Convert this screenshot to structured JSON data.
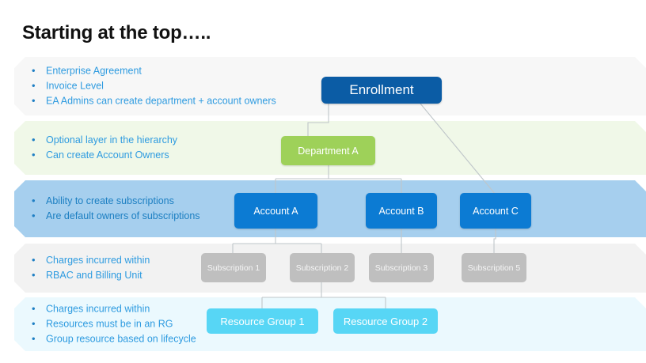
{
  "slide": {
    "title": "Starting at the top…..",
    "colors": {
      "title_text": "#111111",
      "bullet_text": "#2E9BE0",
      "enrollment_box": "#0B5CA5",
      "department_box": "#9ED159",
      "account_box": "#0C7BD3",
      "subscription_box": "#BFBFBF",
      "resource_group_box": "#57D6F5",
      "band_enrollment": "#F7F7F7",
      "band_department": "#F0F8E8",
      "band_account": "#A6CFEE",
      "band_subscription": "#F2F2F2",
      "band_resource": "#EBF9FE",
      "connector_line": "#BFC6C9"
    }
  },
  "bands": [
    {
      "id": "enrollment",
      "bullets": [
        "Enterprise Agreement",
        "Invoice Level",
        "EA Admins can create department + account owners"
      ]
    },
    {
      "id": "department",
      "bullets": [
        "Optional layer in the hierarchy",
        "Can create Account Owners"
      ]
    },
    {
      "id": "account",
      "bullets": [
        "Ability to create subscriptions",
        "Are default owners of subscriptions"
      ]
    },
    {
      "id": "subscription",
      "bullets": [
        "Charges incurred within",
        "RBAC and Billing Unit"
      ]
    },
    {
      "id": "resource",
      "bullets": [
        "Charges incurred within",
        "Resources must be in an RG",
        "Group resource based on lifecycle"
      ]
    }
  ],
  "nodes": {
    "enrollment": {
      "label": "Enrollment"
    },
    "department": {
      "label": "Department A"
    },
    "accounts": [
      {
        "label": "Account  A"
      },
      {
        "label": "Account  B"
      },
      {
        "label": "Account  C"
      }
    ],
    "subscriptions": [
      {
        "label": "Subscription 1"
      },
      {
        "label": "Subscription 2"
      },
      {
        "label": "Subscription 3"
      },
      {
        "label": "Subscription 5"
      }
    ],
    "resource_groups": [
      {
        "label": "Resource Group 1"
      },
      {
        "label": "Resource Group 2"
      }
    ]
  }
}
